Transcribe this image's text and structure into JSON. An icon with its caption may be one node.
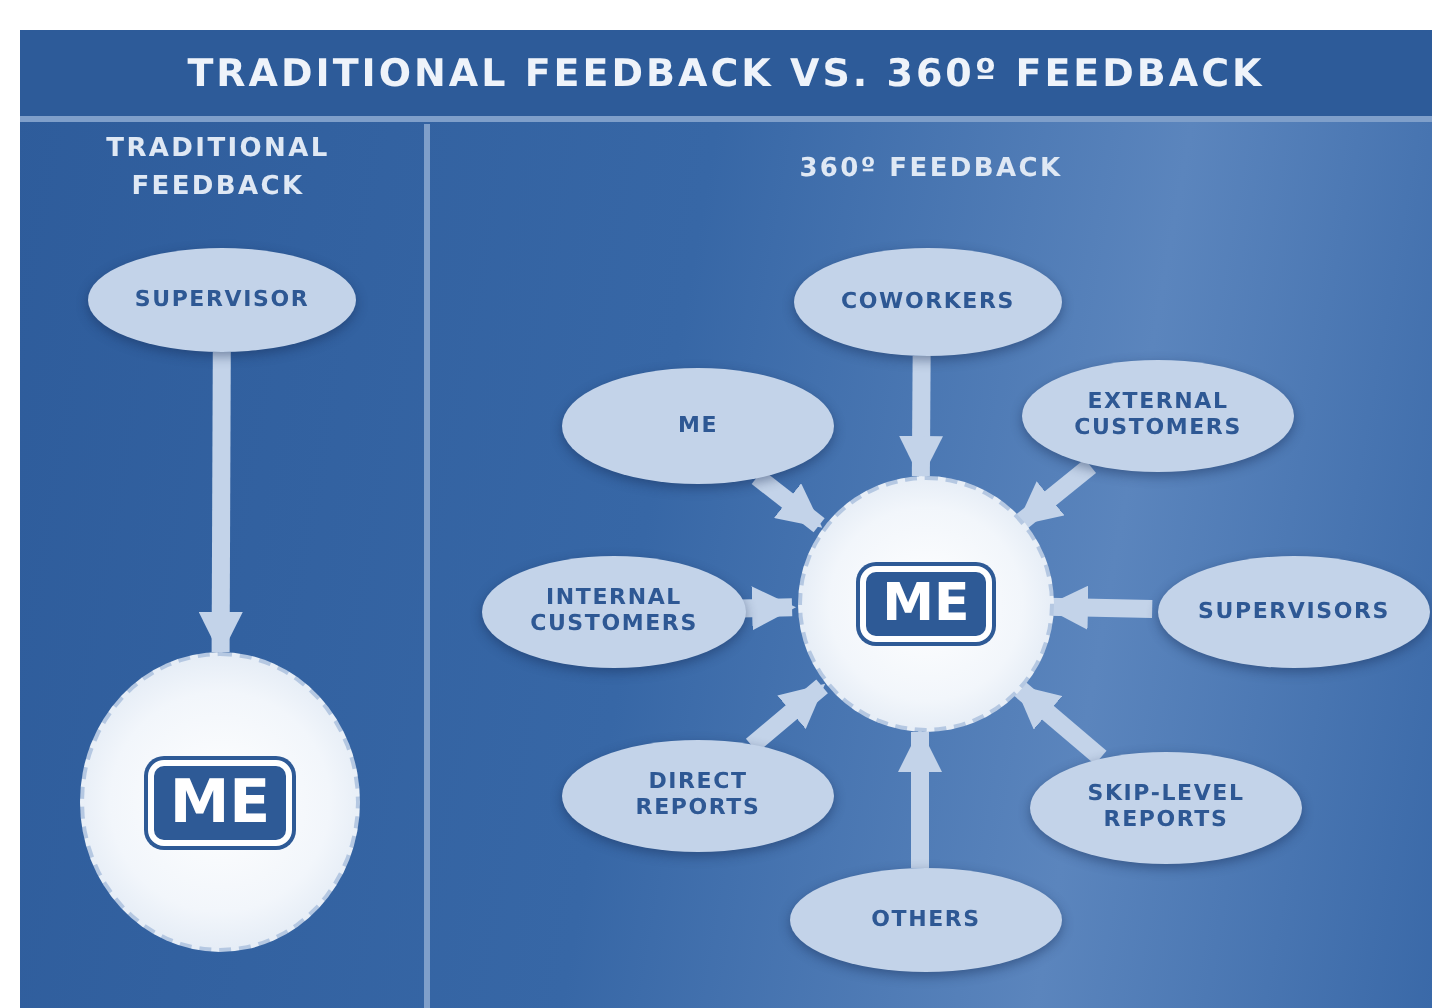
{
  "diagram": {
    "title": "TRADITIONAL FEEDBACK VS. 360º FEEDBACK",
    "nodes": [
      {
        "text": [
          "TRADITIONAL FEEDBACK"
        ]
      },
      {
        "text": [
          "360º FEEDBACK"
        ]
      },
      {
        "text": [
          "SUPERVISOR"
        ],
        "in": 0
      },
      {
        "text": [
          "ME"
        ],
        "in": 0
      },
      {
        "text": [
          "COWORKERS"
        ],
        "in": 1
      },
      {
        "text": [
          "ME"
        ],
        "in": 1
      },
      {
        "text": [
          "EXTERNAL CUSTOMERS"
        ],
        "in": 1
      },
      {
        "text": [
          "INTERNAL CUSTOMERS"
        ],
        "in": 1
      },
      {
        "text": [
          "ME"
        ],
        "in": 1
      },
      {
        "text": [
          "SUPERVISORS"
        ],
        "in": 1
      },
      {
        "text": [
          "DIRECT REPORTS"
        ],
        "in": 1
      },
      {
        "text": [
          "SKIP-LEVEL REPORTS"
        ],
        "in": 1
      },
      {
        "text": [
          "OTHERS"
        ],
        "in": 1
      }
    ],
    "edges": [
      {
        "from": 2,
        "to": 3,
        "arrow": "to"
      },
      {
        "from": 4,
        "to": 8,
        "arrow": "to"
      },
      {
        "from": 5,
        "to": 8,
        "arrow": "to"
      },
      {
        "from": 6,
        "to": 8,
        "arrow": "to"
      },
      {
        "from": 7,
        "to": 8,
        "arrow": "to"
      },
      {
        "from": 9,
        "to": 8,
        "arrow": "to"
      },
      {
        "from": 10,
        "to": 8,
        "arrow": "to"
      },
      {
        "from": 11,
        "to": 8,
        "arrow": "to"
      },
      {
        "from": 12,
        "to": 8,
        "arrow": "to"
      }
    ]
  }
}
